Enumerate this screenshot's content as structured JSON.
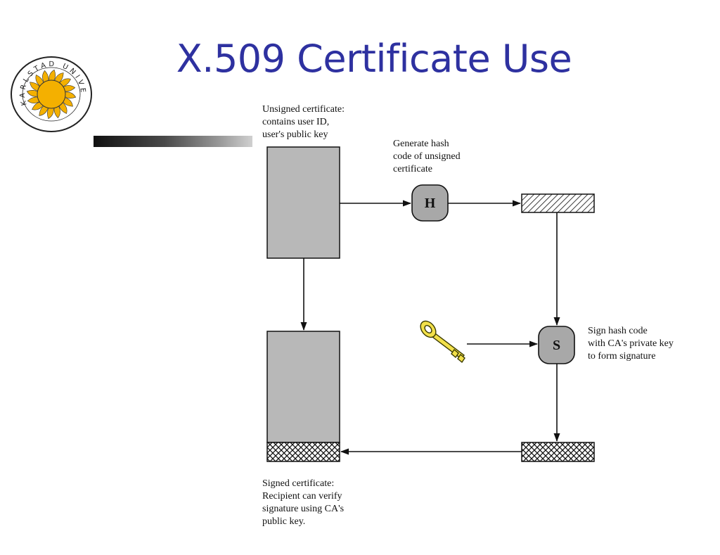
{
  "title": "X.509 Certificate Use",
  "logo": {
    "text": "KARLSTAD UNIVERSITY",
    "icon": "sun-emblem",
    "colors": {
      "sun": "#f4b000",
      "rays": "#f4b000",
      "outline": "#222222"
    }
  },
  "colors": {
    "title": "#2e31a0",
    "box_fill": "#b8b8b8",
    "node_fill": "#a8a8a8",
    "key": "#f2e04a",
    "stroke": "#111111"
  },
  "labels": {
    "unsigned": [
      "Unsigned certificate:",
      "contains user ID,",
      "user's public key"
    ],
    "hash": [
      "Generate hash",
      "code of unsigned",
      "certificate"
    ],
    "sign": [
      "Sign hash code",
      "with CA's private key",
      "to form signature"
    ],
    "signed": [
      "Signed certificate:",
      "Recipient can verify",
      "signature using CA's",
      "public key."
    ]
  },
  "nodes": {
    "hash": "H",
    "sign": "S"
  },
  "icons": {
    "key": "key-icon"
  }
}
